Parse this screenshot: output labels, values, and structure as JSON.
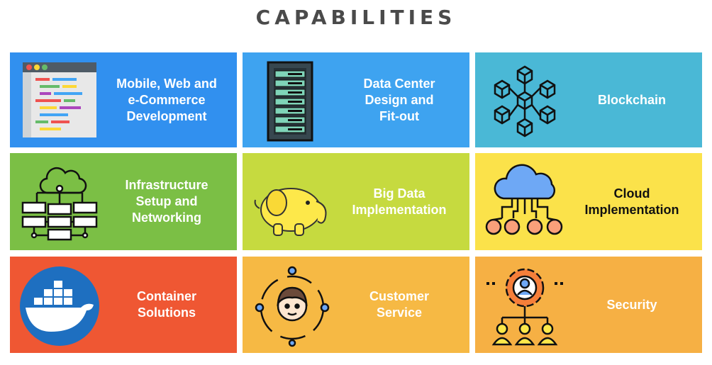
{
  "title": "CAPABILITIES",
  "tiles": [
    {
      "label": "Mobile, Web and\ne-Commerce\nDevelopment",
      "bg": "#3190ef",
      "text_color": "#ffffff",
      "icon": "code-editor-icon"
    },
    {
      "label": "Data Center\nDesign and\nFit-out",
      "bg": "#3ea3f0",
      "text_color": "#ffffff",
      "icon": "server-rack-icon"
    },
    {
      "label": "Blockchain",
      "bg": "#4ab8d6",
      "text_color": "#ffffff",
      "icon": "blockchain-icon"
    },
    {
      "label": "Infrastructure\nSetup and\nNetworking",
      "bg": "#7bbf45",
      "text_color": "#ffffff",
      "icon": "network-infrastructure-icon"
    },
    {
      "label": "Big Data\nImplementation",
      "bg": "#c6da3f",
      "text_color": "#ffffff",
      "icon": "hadoop-elephant-icon"
    },
    {
      "label": "Cloud\nImplementation",
      "bg": "#fbe24a",
      "text_color": "#111111",
      "icon": "cloud-network-icon"
    },
    {
      "label": "Container\nSolutions",
      "bg": "#ef5733",
      "text_color": "#ffffff",
      "icon": "docker-whale-icon"
    },
    {
      "label": "Customer\nService",
      "bg": "#f6b944",
      "text_color": "#ffffff",
      "icon": "customer-support-icon"
    },
    {
      "label": "Security",
      "bg": "#f6b044",
      "text_color": "#ffffff",
      "icon": "security-gear-icon"
    }
  ]
}
